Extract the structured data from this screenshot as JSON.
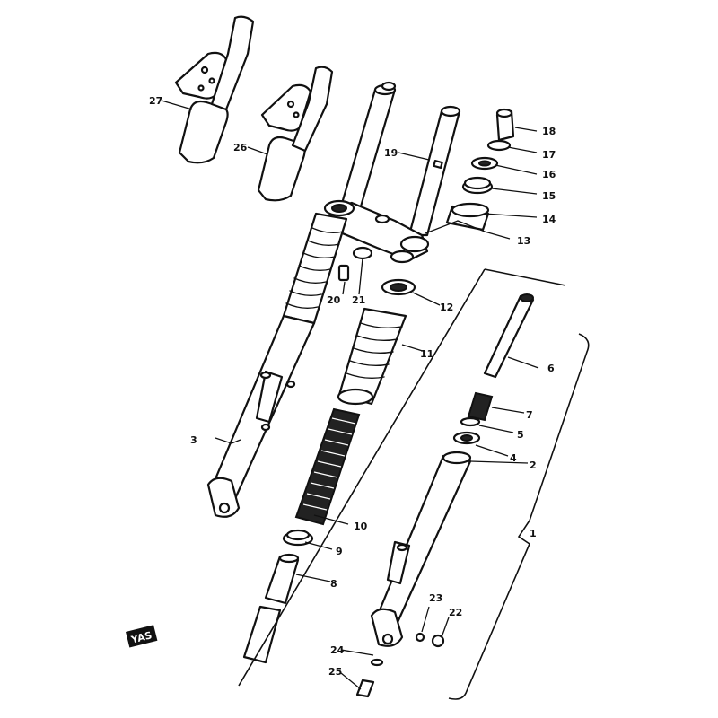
{
  "figure_stamp": "YAS",
  "callouts": {
    "c1": "1",
    "c2": "2",
    "c3": "3",
    "c4": "4",
    "c5": "5",
    "c6": "6",
    "c7": "7",
    "c8": "8",
    "c9": "9",
    "c10": "10",
    "c11": "11",
    "c12": "12",
    "c13": "13",
    "c14": "14",
    "c15": "15",
    "c16": "16",
    "c17": "17",
    "c18": "18",
    "c19": "19",
    "c20": "20",
    "c21": "21",
    "c22": "22",
    "c23": "23",
    "c24": "24",
    "c25": "25",
    "c26": "26",
    "c27": "27"
  }
}
